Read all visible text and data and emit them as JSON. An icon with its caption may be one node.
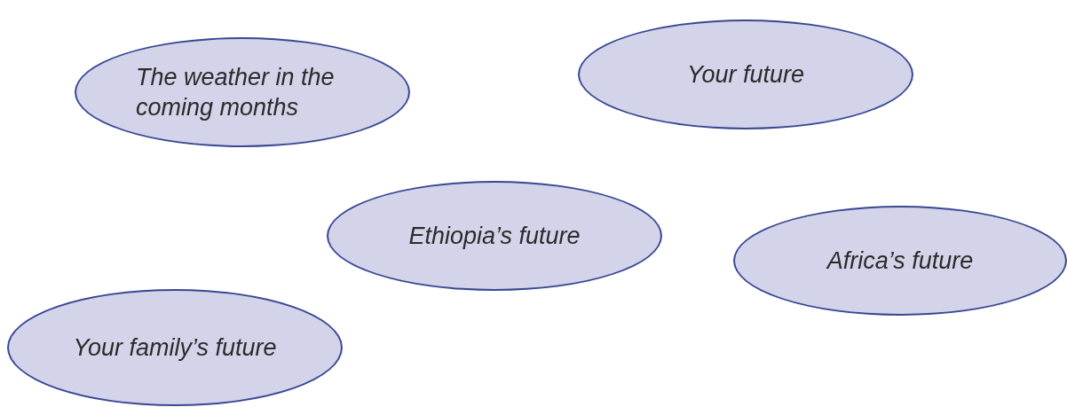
{
  "diagram": {
    "nodes": [
      {
        "text": [
          "The weather in the coming months"
        ]
      },
      {
        "text": [
          "Your future"
        ]
      },
      {
        "text": [
          "Ethiopia’s future"
        ]
      },
      {
        "text": [
          "Africa’s future"
        ]
      },
      {
        "text": [
          "Your family’s future"
        ]
      }
    ]
  }
}
